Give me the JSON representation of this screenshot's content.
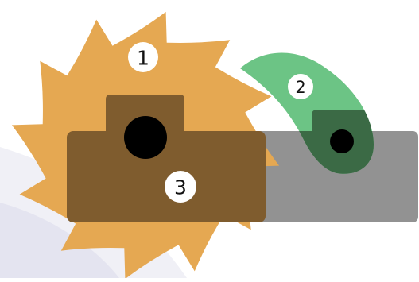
{
  "diagram": {
    "labels": {
      "ratchet_wheel": "1",
      "pawl": "2",
      "frame": "3"
    },
    "colors": {
      "background": "#ffffff",
      "background_arc": "#ececf4",
      "ratchet_wheel": "#e5a852",
      "frame": "#7f5c2e",
      "frame_overlap": "#66604f",
      "base_bar": "#929292",
      "pawl": "#6cc485",
      "pawl_overlap": "#3b6a45",
      "pivot_hole": "#000000",
      "label_badge": "#ffffff",
      "label_text": "#111111"
    }
  }
}
